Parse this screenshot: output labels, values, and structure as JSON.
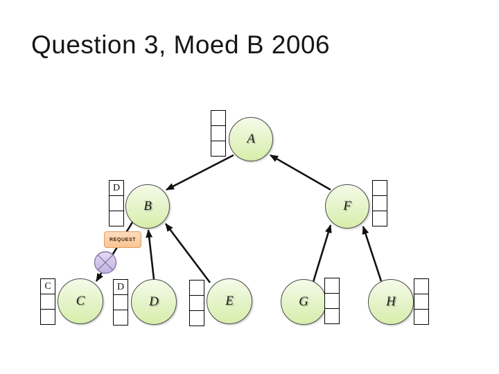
{
  "slide": {
    "title": "Question 3, Moed B 2006"
  },
  "request": {
    "label": "REQUEST"
  },
  "nodes": {
    "a": {
      "label": "A",
      "queue": [
        "",
        "",
        ""
      ]
    },
    "b": {
      "label": "B",
      "queue": [
        "D",
        "",
        ""
      ]
    },
    "f": {
      "label": "F",
      "queue": [
        "",
        "",
        ""
      ]
    },
    "c": {
      "label": "C",
      "queue": [
        "C",
        "",
        ""
      ]
    },
    "d": {
      "label": "D",
      "queue": [
        "D",
        "",
        ""
      ]
    },
    "e": {
      "label": "E",
      "queue": [
        "",
        "",
        ""
      ]
    },
    "g": {
      "label": "G",
      "queue": [
        "",
        "",
        ""
      ]
    },
    "h": {
      "label": "H",
      "queue": [
        "",
        "",
        ""
      ]
    }
  },
  "graph": {
    "edges": [
      {
        "from": "A",
        "to": "B"
      },
      {
        "from": "F",
        "to": "A"
      },
      {
        "from": "B",
        "to": "C",
        "message": "REQUEST"
      },
      {
        "from": "D",
        "to": "B"
      },
      {
        "from": "E",
        "to": "B"
      },
      {
        "from": "G",
        "to": "F"
      },
      {
        "from": "H",
        "to": "F"
      }
    ]
  },
  "colors": {
    "node_fill_top": "#f5fbe9",
    "node_fill_bottom": "#d7eeab",
    "edge": "#111111",
    "request_fill": "#f9c693",
    "request_border": "#dd9a64",
    "token_fill": "#cfc0e8",
    "token_border": "#867aa9"
  }
}
